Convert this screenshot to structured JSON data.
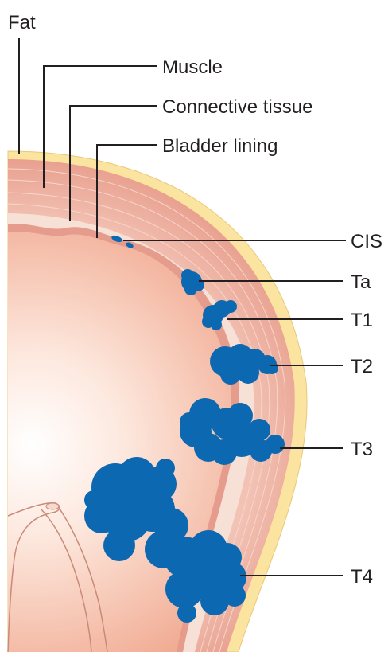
{
  "labels": {
    "fat": "Fat",
    "muscle": "Muscle",
    "connective_tissue": "Connective tissue",
    "bladder_lining": "Bladder lining",
    "cis": "CIS",
    "ta": "Ta",
    "t1": "T1",
    "t2": "T2",
    "t3": "T3",
    "t4": "T4"
  },
  "colors": {
    "fat_layer": "#fbe3a0",
    "muscle_layer": "#e8a191",
    "connective_layer": "#f7e0d5",
    "lining_layer": "#e59c8c",
    "lumen_center": "#ffffff",
    "lumen_edge": "#f0a68c",
    "tumor": "#0b68b1",
    "leader_line": "#231f20"
  }
}
